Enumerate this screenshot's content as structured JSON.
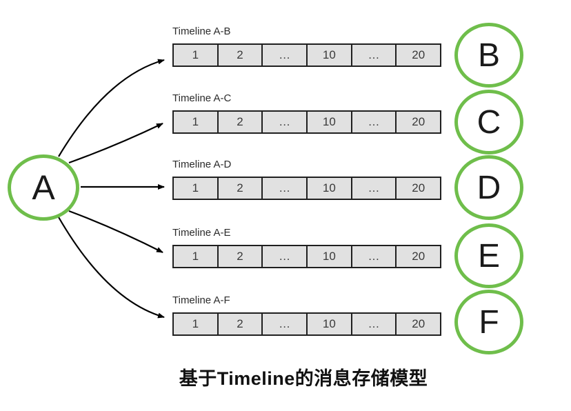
{
  "diagram": {
    "source_node": "A",
    "title": "基于Timeline的消息存储模型",
    "timelines": [
      {
        "label": "Timeline A-B",
        "target": "B",
        "cells": [
          "1",
          "2",
          "…",
          "10",
          "…",
          "20"
        ]
      },
      {
        "label": "Timeline A-C",
        "target": "C",
        "cells": [
          "1",
          "2",
          "…",
          "10",
          "…",
          "20"
        ]
      },
      {
        "label": "Timeline A-D",
        "target": "D",
        "cells": [
          "1",
          "2",
          "…",
          "10",
          "…",
          "20"
        ]
      },
      {
        "label": "Timeline A-E",
        "target": "E",
        "cells": [
          "1",
          "2",
          "…",
          "10",
          "…",
          "20"
        ]
      },
      {
        "label": "Timeline A-F",
        "target": "F",
        "cells": [
          "1",
          "2",
          "…",
          "10",
          "…",
          "20"
        ]
      }
    ],
    "colors": {
      "node_border_green": "#6FBE4B",
      "cell_fill": "#E1E1E1",
      "cell_border": "#1F1F1F",
      "arrow": "#000000",
      "text": "#1A1A1A"
    }
  }
}
